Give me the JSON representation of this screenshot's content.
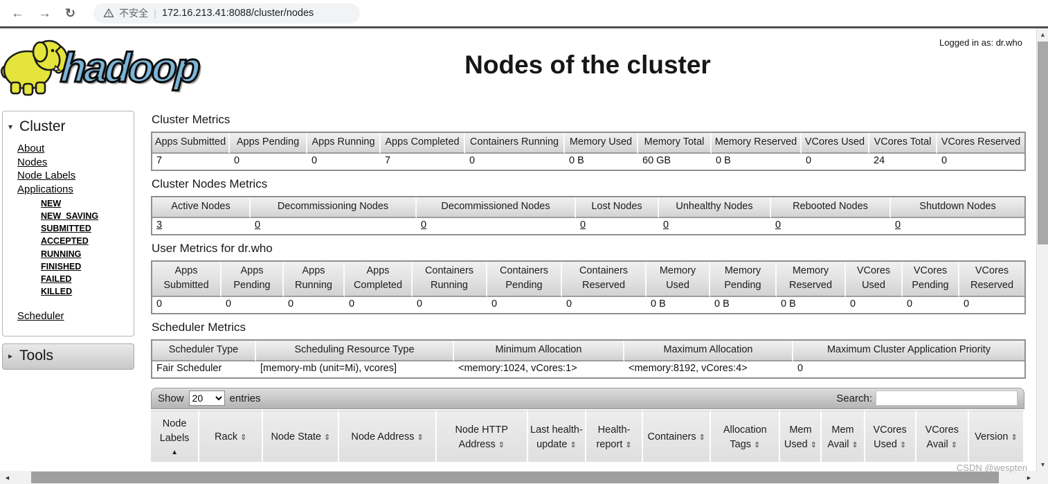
{
  "browser": {
    "security_warning": "不安全",
    "url": "172.16.213.41:8088/cluster/nodes"
  },
  "icons": {
    "back": "←",
    "forward": "→",
    "reload": "↻",
    "pill_separator": "|",
    "collapse": "▾",
    "expand": "▸",
    "sort_both": "⇕",
    "sort_asc": "▲",
    "scroll_up": "▲",
    "scroll_down": "▼",
    "scroll_left": "◄",
    "scroll_right": "►"
  },
  "header": {
    "logo_text": "hadoop",
    "title": "Nodes of the cluster",
    "logged_in": "Logged in as: dr.who"
  },
  "colors": {
    "logo_blue": "#7cb5d9",
    "logo_yellow": "#e4e43c"
  },
  "sidebar": {
    "cluster": {
      "label": "Cluster",
      "links": [
        "About",
        "Nodes",
        "Node Labels",
        "Applications"
      ],
      "app_states": [
        "NEW",
        "NEW_SAVING",
        "SUBMITTED",
        "ACCEPTED",
        "RUNNING",
        "FINISHED",
        "FAILED",
        "KILLED"
      ],
      "scheduler": "Scheduler"
    },
    "tools": {
      "label": "Tools"
    }
  },
  "main": {
    "cluster_metrics": {
      "title": "Cluster Metrics",
      "headers": [
        "Apps Submitted",
        "Apps Pending",
        "Apps Running",
        "Apps Completed",
        "Containers Running",
        "Memory Used",
        "Memory Total",
        "Memory Reserved",
        "VCores Used",
        "VCores Total",
        "VCores Reserved"
      ],
      "values": [
        "7",
        "0",
        "0",
        "7",
        "0",
        "0 B",
        "60 GB",
        "0 B",
        "0",
        "24",
        "0"
      ]
    },
    "cluster_nodes_metrics": {
      "title": "Cluster Nodes Metrics",
      "headers": [
        "Active Nodes",
        "Decommissioning Nodes",
        "Decommissioned Nodes",
        "Lost Nodes",
        "Unhealthy Nodes",
        "Rebooted Nodes",
        "Shutdown Nodes"
      ],
      "values": [
        "3",
        "0",
        "0",
        "0",
        "0",
        "0",
        "0"
      ]
    },
    "user_metrics": {
      "title": "User Metrics for dr.who",
      "headers": [
        "Apps Submitted",
        "Apps Pending",
        "Apps Running",
        "Apps Completed",
        "Containers Running",
        "Containers Pending",
        "Containers Reserved",
        "Memory Used",
        "Memory Pending",
        "Memory Reserved",
        "VCores Used",
        "VCores Pending",
        "VCores Reserved"
      ],
      "values": [
        "0",
        "0",
        "0",
        "0",
        "0",
        "0",
        "0",
        "0 B",
        "0 B",
        "0 B",
        "0",
        "0",
        "0"
      ]
    },
    "scheduler_metrics": {
      "title": "Scheduler Metrics",
      "headers": [
        "Scheduler Type",
        "Scheduling Resource Type",
        "Minimum Allocation",
        "Maximum Allocation",
        "Maximum Cluster Application Priority"
      ],
      "values": [
        "Fair Scheduler",
        "[memory-mb (unit=Mi), vcores]",
        "<memory:1024, vCores:1>",
        "<memory:8192, vCores:4>",
        "0"
      ]
    },
    "table_controls": {
      "show_label": "Show",
      "entries_value": "20",
      "entries_label": "entries",
      "search_label": "Search:"
    },
    "nodes_table": {
      "columns": [
        "Node Labels",
        "Rack",
        "Node State",
        "Node Address",
        "Node HTTP Address",
        "Last health-update",
        "Health-report",
        "Containers",
        "Allocation Tags",
        "Mem Used",
        "Mem Avail",
        "VCores Used",
        "VCores Avail",
        "Version"
      ]
    }
  },
  "watermark": "CSDN @wespten"
}
